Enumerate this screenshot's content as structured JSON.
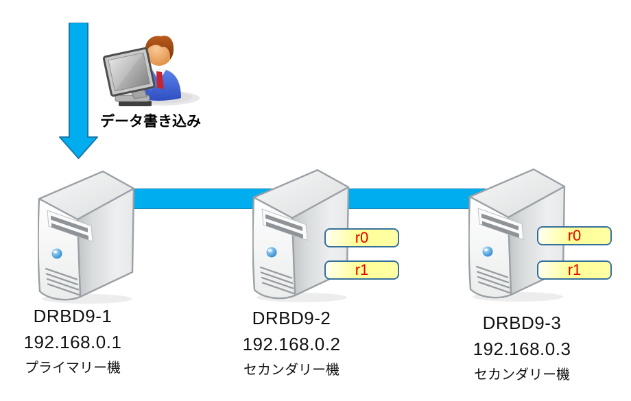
{
  "diagram": {
    "write_label": "データ書き込み",
    "servers": [
      {
        "name": "DRBD9-1",
        "ip": "192.168.0.1",
        "role": "プライマリー機",
        "resources": []
      },
      {
        "name": "DRBD9-2",
        "ip": "192.168.0.2",
        "role": "セカンダリー機",
        "resources": [
          "r0",
          "r1"
        ]
      },
      {
        "name": "DRBD9-3",
        "ip": "192.168.0.3",
        "role": "セカンダリー機",
        "resources": [
          "r0",
          "r1"
        ]
      }
    ],
    "icons": {
      "down_arrow": "down-arrow-icon",
      "client": "user-at-computer-icon",
      "server": "server-tower-icon",
      "link": "replication-link-line"
    },
    "colors": {
      "link_blue": "#00ADEF",
      "link_border": "#1F7FAE",
      "resource_box_fill": "#FFFF96",
      "resource_box_border": "#34709B",
      "resource_text": "#E60000",
      "label_text": "#111111"
    }
  }
}
